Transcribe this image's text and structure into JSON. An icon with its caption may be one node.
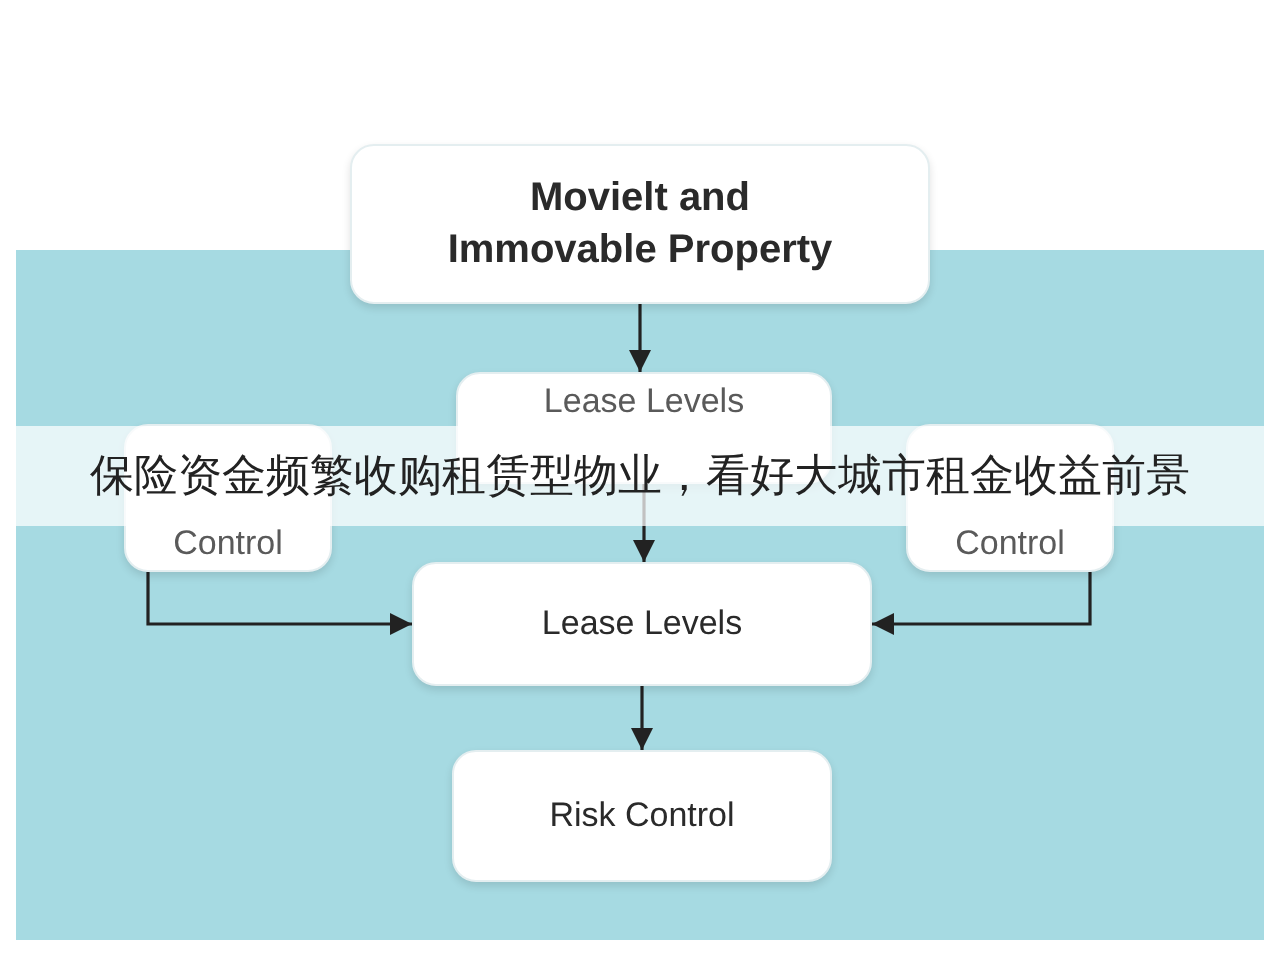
{
  "diagram": {
    "nodes": [
      {
        "text": [
          "Movielt and Immovable Property"
        ]
      },
      {
        "text": [
          "Lease Levels"
        ]
      },
      {
        "text": [
          "Control"
        ]
      },
      {
        "text": [
          "Control"
        ]
      },
      {
        "text": [
          "Lease Levels"
        ]
      },
      {
        "text": [
          "Risk Control"
        ]
      }
    ],
    "edges": [
      {
        "from": 0,
        "to": 1,
        "arrow": "to"
      },
      {
        "from": 1,
        "to": 4,
        "arrow": "to"
      },
      {
        "from": 2,
        "to": 4,
        "arrow": "to"
      },
      {
        "from": 3,
        "to": 4,
        "arrow": "to"
      },
      {
        "from": 4,
        "to": 5,
        "arrow": "to"
      }
    ],
    "labels": [
      "保险资金频繁收购租赁型物业，看好大城市租金收益前景"
    ]
  }
}
